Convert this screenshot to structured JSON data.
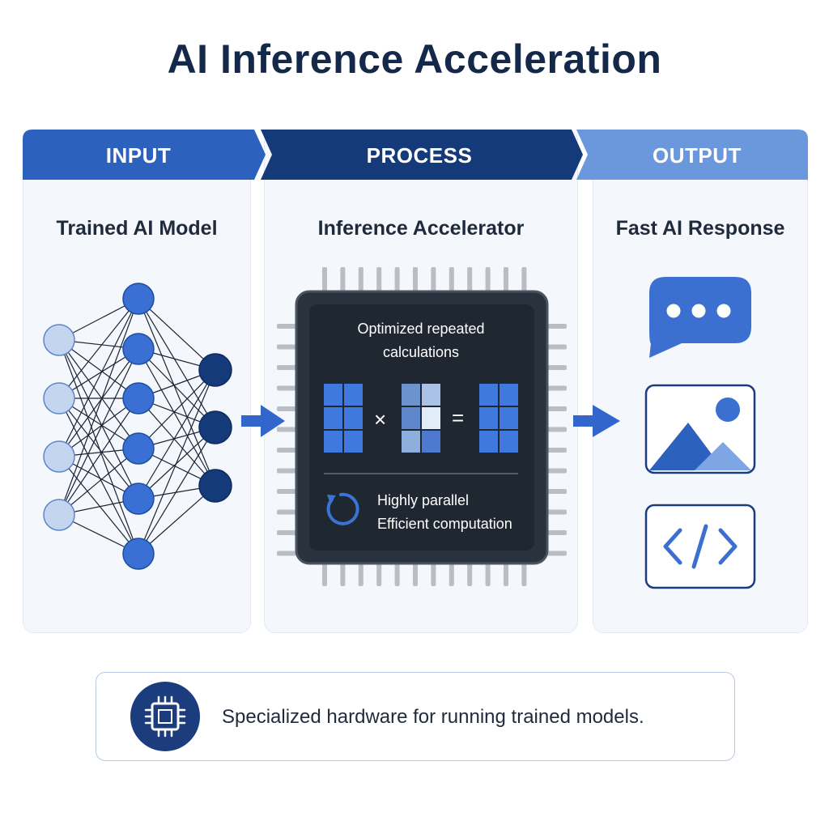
{
  "title": "AI Inference Acceleration",
  "stages": [
    {
      "label": "INPUT",
      "heading": "Trained AI Model"
    },
    {
      "label": "PROCESS",
      "heading": "Inference Accelerator"
    },
    {
      "label": "OUTPUT",
      "heading": "Fast AI Response"
    }
  ],
  "chip": {
    "caption_line1": "Optimized repeated",
    "caption_line2": "calculations",
    "times_symbol": "×",
    "equals_symbol": "=",
    "note_line1": "Highly parallel",
    "note_line2": "Efficient computation"
  },
  "footer": {
    "text": "Specialized hardware for running trained models."
  },
  "icons": [
    "neural-network-icon",
    "right-arrow-icon",
    "chip-icon",
    "matrix-icon",
    "refresh-cycle-icon",
    "chat-bubble-icon",
    "image-icon",
    "code-icon",
    "cpu-icon"
  ],
  "colors": {
    "title": "#14294a",
    "input_banner": "#2c62be",
    "process_banner": "#143a7a",
    "output_banner": "#6b98dc",
    "accent": "#3366cc",
    "chip_body": "#222b36",
    "light_node": "#c4d5f0",
    "dark_node": "#143a7a",
    "panel_bg": "#f4f7fc"
  }
}
